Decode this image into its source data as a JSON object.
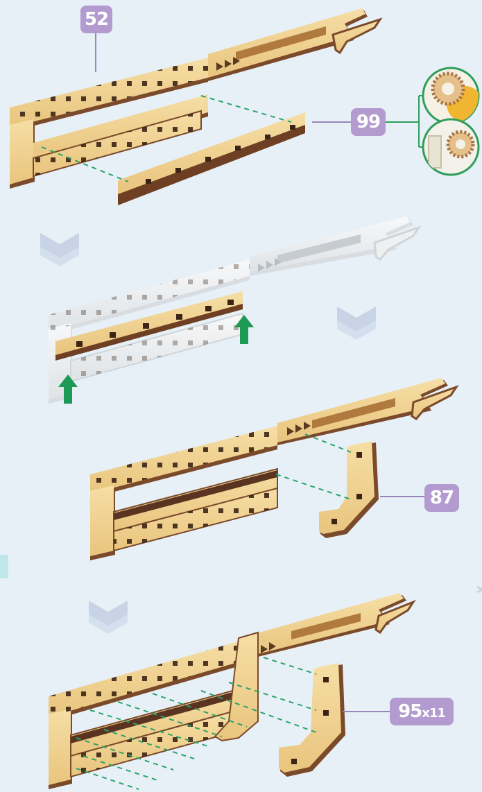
{
  "parts": {
    "p52": {
      "number": "52"
    },
    "p99": {
      "number": "99"
    },
    "p87": {
      "number": "87"
    },
    "p95": {
      "number": "95",
      "quantity": "x11"
    }
  },
  "colors": {
    "background": "#e7f0f7",
    "wood_face": "#f1d596",
    "wood_edge": "#7a4a2a",
    "ghost_part": "#f2f4f6",
    "badge": "#b39bd0",
    "badge_text": "#ffffff",
    "guide_line": "#2aa36a",
    "insert_arrow": "#1c9a55",
    "step_chevron": "#c8d4e6",
    "callout_ring": "#2f9e5a"
  },
  "icons": {
    "step_separator": "chevron-down-icon",
    "direction_marker": "triple-chevron-right-icon",
    "insert_direction": "arrow-up-icon"
  }
}
